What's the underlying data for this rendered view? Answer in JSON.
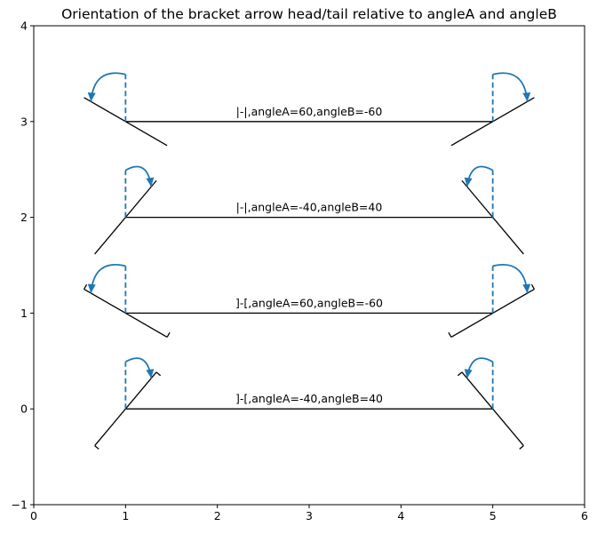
{
  "chart_data": {
    "type": "annotation",
    "title": "Orientation of the bracket arrow head/tail relative to angleA and angleB",
    "xlim": [
      0,
      6
    ],
    "ylim": [
      -1,
      4
    ],
    "xticks": [
      0,
      1,
      2,
      3,
      4,
      5,
      6
    ],
    "yticks": [
      -1,
      0,
      1,
      2,
      3,
      4
    ],
    "grid": false,
    "ref_line_color": "#1f77b4",
    "arrows": [
      {
        "label": "|-|,angleA=60,angleB=-60",
        "y": 3,
        "x_start": 1,
        "x_end": 5,
        "style": "|-|",
        "angleA": 60,
        "angleB": -60
      },
      {
        "label": "|-|,angleA=-40,angleB=40",
        "y": 2,
        "x_start": 1,
        "x_end": 5,
        "style": "|-|",
        "angleA": -40,
        "angleB": 40
      },
      {
        "label": "]-[,angleA=60,angleB=-60",
        "y": 1,
        "x_start": 1,
        "x_end": 5,
        "style": "]-[",
        "angleA": 60,
        "angleB": -60
      },
      {
        "label": "]-[,angleA=-40,angleB=40",
        "y": 0,
        "x_start": 1,
        "x_end": 5,
        "style": "]-[",
        "angleA": -40,
        "angleB": 40
      }
    ]
  }
}
